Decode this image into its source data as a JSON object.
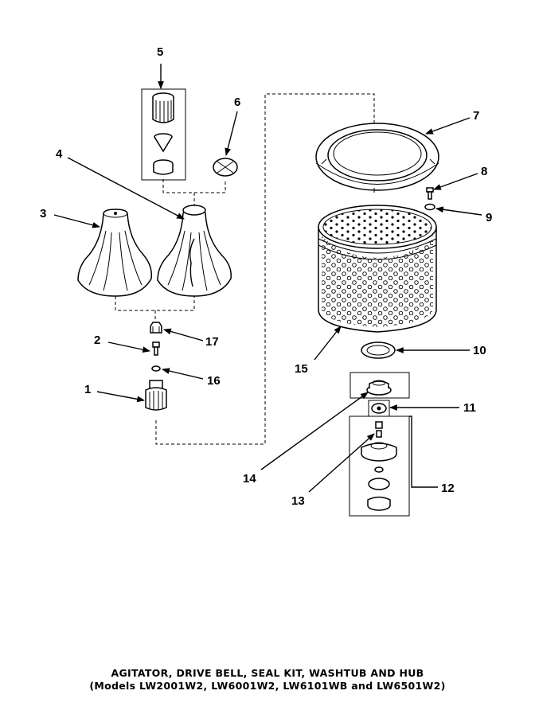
{
  "diagram": {
    "callouts": [
      "5",
      "6",
      "4",
      "3",
      "7",
      "8",
      "9",
      "17",
      "2",
      "16",
      "1",
      "10",
      "15",
      "11",
      "14",
      "12",
      "13"
    ],
    "caption_line1": "AGITATOR, DRIVE BELL, SEAL KIT, WASHTUB AND HUB",
    "caption_line2": "(Models LW2001W2, LW6001W2, LW6101WB and LW6501W2)"
  }
}
